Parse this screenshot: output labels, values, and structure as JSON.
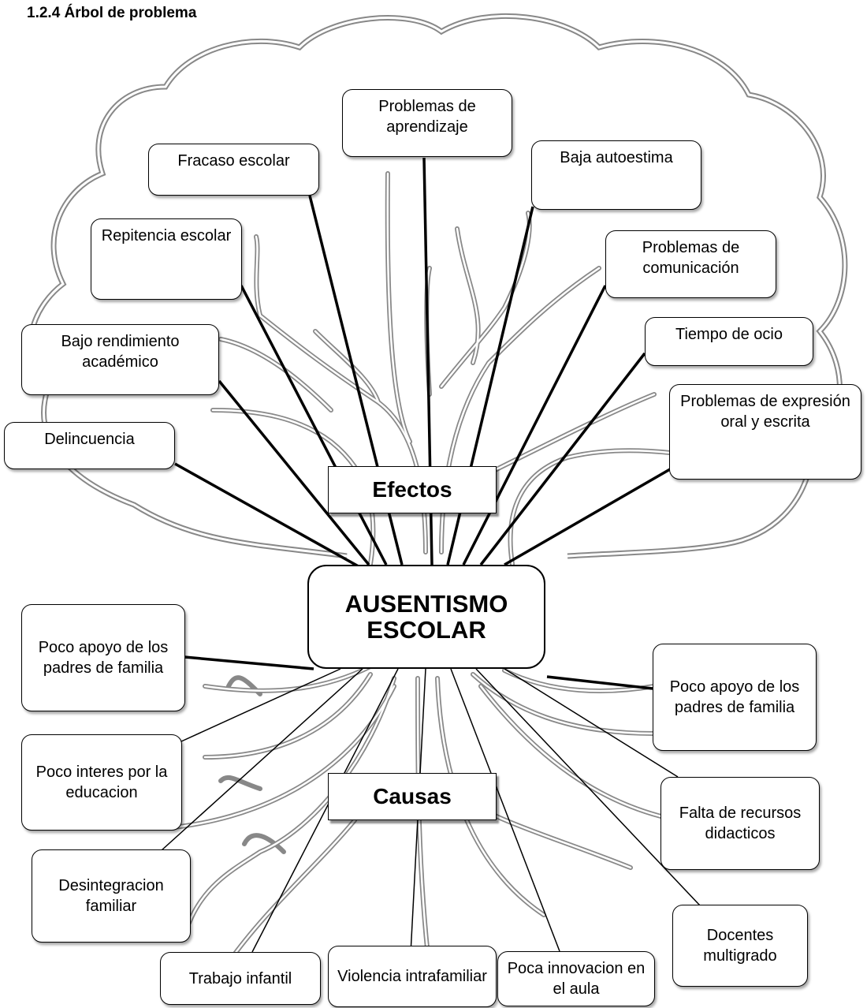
{
  "heading": "1.2.4  Árbol de problema",
  "center": "AUSENTISMO ESCOLAR",
  "labels": {
    "effects": "Efectos",
    "causes": "Causas"
  },
  "effects": [
    "Problemas de aprendizaje",
    "Fracaso escolar",
    "Baja autoestima",
    "Repitencia escolar",
    "Problemas de comunicación",
    "Bajo rendimiento académico",
    "Tiempo de ocio",
    "Delincuencia",
    "Problemas de expresión oral y escrita"
  ],
  "causes": [
    "Poco apoyo de los padres de familia",
    "Poco apoyo de los padres de familia",
    "Poco interes por la educacion",
    "Falta de recursos didacticos",
    "Desintegracion familiar",
    "Docentes multigrado",
    "Trabajo infantil",
    "Violencia intrafamiliar",
    "Poca innovacion en el aula"
  ]
}
